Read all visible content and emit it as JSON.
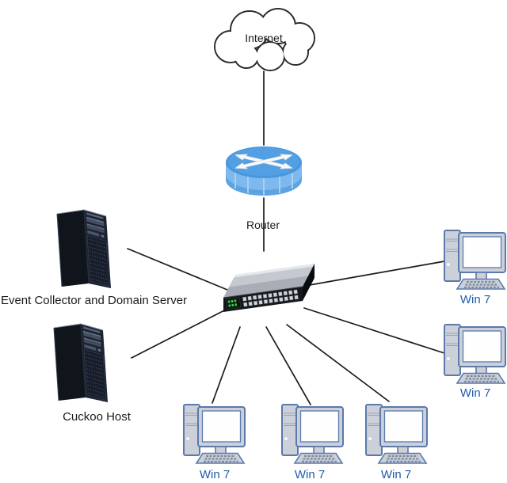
{
  "diagram": {
    "nodes": {
      "internet": {
        "label": "Internet",
        "icon": "cloud-icon"
      },
      "router": {
        "label": "Router",
        "icon": "router-icon"
      },
      "switch": {
        "icon": "switch-icon"
      },
      "event_server": {
        "label": "Event Collector and Domain Server",
        "icon": "server-tower-icon"
      },
      "cuckoo_host": {
        "label": "Cuckoo Host",
        "icon": "server-tower-icon"
      },
      "workstations": [
        {
          "label": "Win 7",
          "icon": "workstation-icon",
          "position": "right-top"
        },
        {
          "label": "Win 7",
          "icon": "workstation-icon",
          "position": "right-bottom"
        },
        {
          "label": "Win 7",
          "icon": "workstation-icon",
          "position": "bottom-left"
        },
        {
          "label": "Win 7",
          "icon": "workstation-icon",
          "position": "bottom-middle"
        },
        {
          "label": "Win 7",
          "icon": "workstation-icon",
          "position": "bottom-right"
        }
      ]
    },
    "connections": [
      {
        "from": "internet",
        "to": "router"
      },
      {
        "from": "router",
        "to": "switch"
      },
      {
        "from": "switch",
        "to": "event_server"
      },
      {
        "from": "switch",
        "to": "cuckoo_host"
      },
      {
        "from": "switch",
        "to": "workstation-right-top"
      },
      {
        "from": "switch",
        "to": "workstation-right-bottom"
      },
      {
        "from": "switch",
        "to": "workstation-bottom-left"
      },
      {
        "from": "switch",
        "to": "workstation-bottom-middle"
      },
      {
        "from": "switch",
        "to": "workstation-bottom-right"
      }
    ],
    "colors": {
      "router_blue_top": "#4896dd",
      "router_blue_side": "#7db9ec",
      "workstation_label_blue": "#1f5cab",
      "workstation_fill": "#ccd1d9",
      "workstation_stroke": "#5b79ab",
      "connection_line": "#1b1b1b",
      "label_text": "#1a1a1a",
      "switch_port_green": "#3ec94f"
    }
  }
}
